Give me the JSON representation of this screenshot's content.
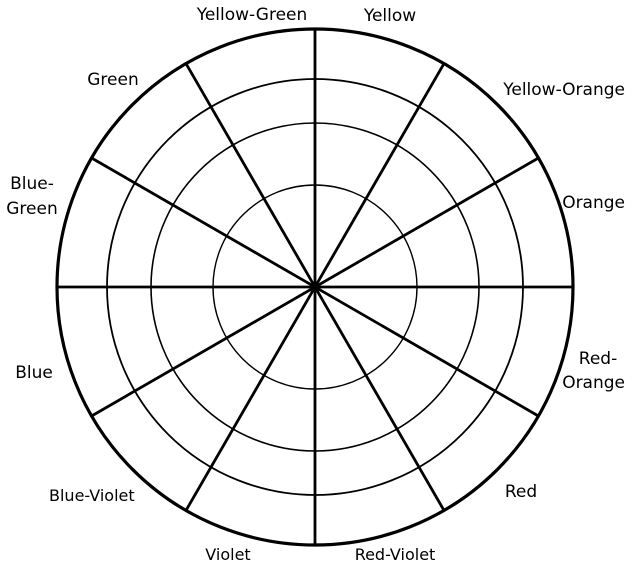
{
  "diagram": {
    "type": "color-wheel-template",
    "segments": 12,
    "rings": 4,
    "line_color": "#000000",
    "background": "#ffffff",
    "labels": {
      "yellow_green": "Yellow-Green",
      "yellow": "Yellow",
      "yellow_orange": "Yellow-Orange",
      "orange": "Orange",
      "red_orange_line1": "Red-",
      "red_orange_line2": "Orange",
      "red": "Red",
      "red_violet": "Red-Violet",
      "violet": "Violet",
      "blue_violet": "Blue-Violet",
      "blue": "Blue",
      "blue_green_line1": "Blue-",
      "blue_green_line2": "Green",
      "green": "Green"
    }
  }
}
